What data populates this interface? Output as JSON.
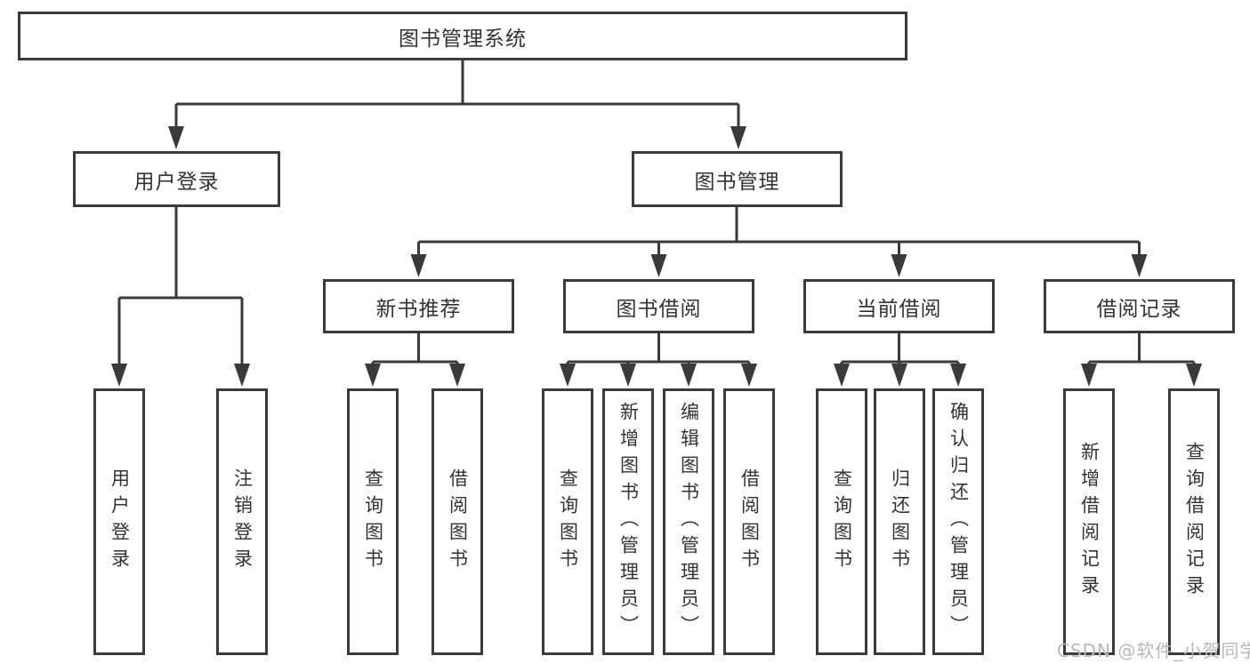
{
  "diagram": {
    "title": "图书管理系统",
    "nodes": {
      "user_login": "用户登录",
      "book_mgmt": "图书管理",
      "new_book_rec": "新书推荐",
      "book_borrow": "图书借阅",
      "current_borrow": "当前借阅",
      "borrow_records": "借阅记录",
      "leaf_user_login": "用户登录",
      "leaf_logout": "注销登录",
      "leaf_nbr_query": "查询图书",
      "leaf_nbr_borrow": "借阅图书",
      "leaf_bb_query": "查询图书",
      "leaf_bb_add": "新增图书（管理员）",
      "leaf_bb_edit": "编辑图书（管理员）",
      "leaf_bb_borrow": "借阅图书",
      "leaf_cb_query": "查询图书",
      "leaf_cb_return": "归还图书",
      "leaf_cb_confirm": "确认归还（管理员）",
      "leaf_br_add": "新增借阅记录",
      "leaf_br_query": "查询借阅记录"
    }
  },
  "watermark": "CSDN @软件_小贺同学",
  "colors": {
    "line": "#3a3a3a",
    "text": "#333333",
    "watermark": "#b8b8b8",
    "background": "#ffffff"
  }
}
